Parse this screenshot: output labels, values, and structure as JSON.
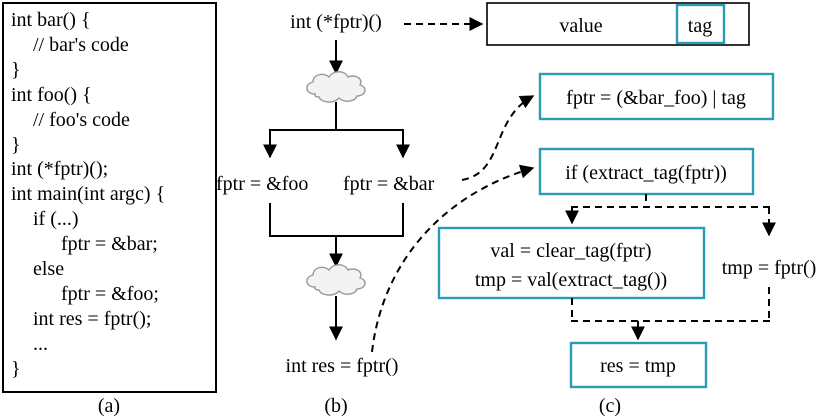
{
  "panel_a": {
    "caption": "(a)",
    "lines": [
      "int bar() {",
      "// bar's code",
      "}",
      "int foo() {",
      "// foo's code",
      "}",
      "int (*fptr)();",
      "int main(int argc) {",
      "if (...)",
      "fptr = &bar;",
      "else",
      "fptr = &foo;",
      "int res = fptr();",
      "...",
      "}"
    ]
  },
  "panel_b": {
    "caption": "(b)",
    "decl": "int (*fptr)()",
    "assign_foo": "fptr = &foo",
    "assign_bar": "fptr = &bar",
    "call": "int res = fptr()"
  },
  "panel_c": {
    "caption": "(c)",
    "value_label": "value",
    "tag_label": "tag",
    "combine": "fptr = (&bar_foo) | tag",
    "check": "if (extract_tag(fptr))",
    "then_line1": "val = clear_tag(fptr)",
    "then_line2": "tmp = val(extract_tag())",
    "else_branch": "tmp = fptr()",
    "result": "res = tmp"
  },
  "colors": {
    "accent_box": "#2a9bb5",
    "line": "#000000"
  }
}
